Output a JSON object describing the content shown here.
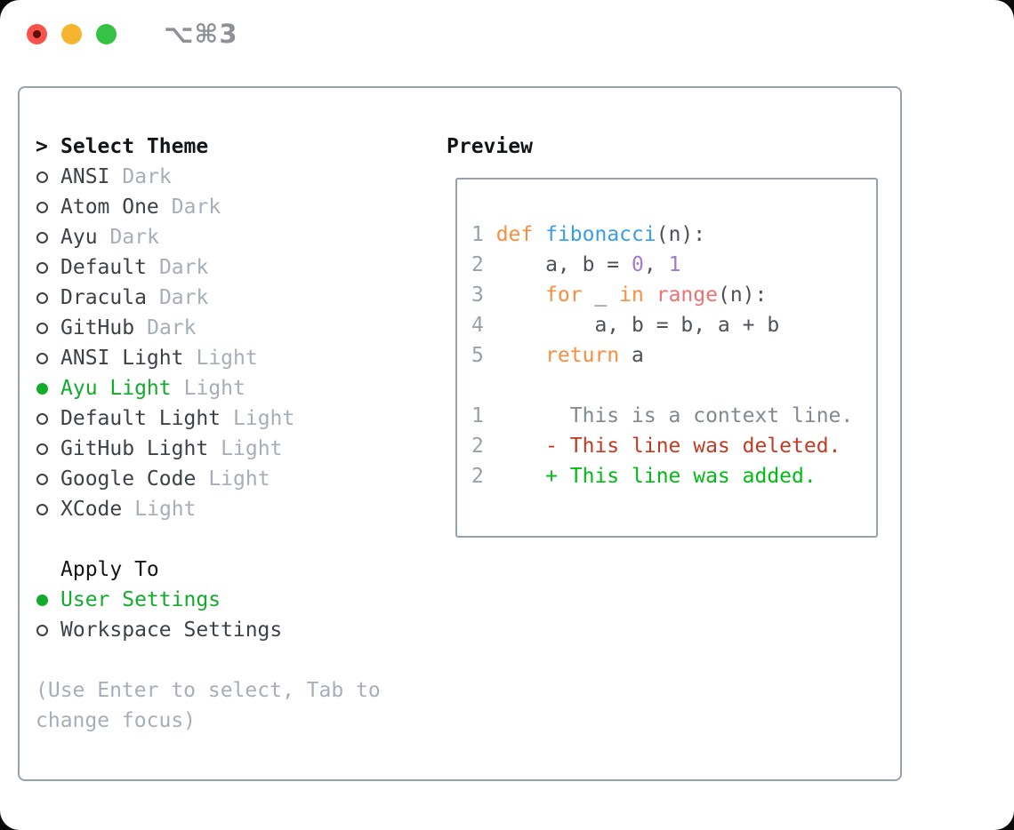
{
  "titlebar": {
    "shortcut": "⌥⌘3"
  },
  "theme_selector": {
    "pointer": ">",
    "title": "Select Theme",
    "items": [
      {
        "name": "ANSI",
        "variant": "Dark",
        "selected": false
      },
      {
        "name": "Atom One",
        "variant": "Dark",
        "selected": false
      },
      {
        "name": "Ayu",
        "variant": "Dark",
        "selected": false
      },
      {
        "name": "Default",
        "variant": "Dark",
        "selected": false
      },
      {
        "name": "Dracula",
        "variant": "Dark",
        "selected": false
      },
      {
        "name": "GitHub",
        "variant": "Dark",
        "selected": false
      },
      {
        "name": "ANSI Light",
        "variant": "Light",
        "selected": false
      },
      {
        "name": "Ayu Light",
        "variant": "Light",
        "selected": true
      },
      {
        "name": "Default Light",
        "variant": "Light",
        "selected": false
      },
      {
        "name": "GitHub Light",
        "variant": "Light",
        "selected": false
      },
      {
        "name": "Google Code",
        "variant": "Light",
        "selected": false
      },
      {
        "name": "XCode",
        "variant": "Light",
        "selected": false
      }
    ]
  },
  "apply_to": {
    "title": "Apply To",
    "options": [
      {
        "label": "User Settings",
        "selected": true
      },
      {
        "label": "Workspace Settings",
        "selected": false
      }
    ]
  },
  "hint_lines": [
    "(Use Enter to select, Tab to",
    "change focus)"
  ],
  "preview": {
    "title": "Preview",
    "code_lines": [
      {
        "num": "1",
        "tokens": [
          {
            "t": "def",
            "c": "keyword"
          },
          {
            "t": " ",
            "c": "plain"
          },
          {
            "t": "fibonacci",
            "c": "function"
          },
          {
            "t": "(n):",
            "c": "plain"
          }
        ]
      },
      {
        "num": "2",
        "tokens": [
          {
            "t": "    a, b = ",
            "c": "plain"
          },
          {
            "t": "0",
            "c": "number"
          },
          {
            "t": ", ",
            "c": "plain"
          },
          {
            "t": "1",
            "c": "number"
          }
        ]
      },
      {
        "num": "3",
        "tokens": [
          {
            "t": "    ",
            "c": "plain"
          },
          {
            "t": "for",
            "c": "keyword"
          },
          {
            "t": " _ ",
            "c": "plain"
          },
          {
            "t": "in",
            "c": "keyword"
          },
          {
            "t": " ",
            "c": "plain"
          },
          {
            "t": "range",
            "c": "call"
          },
          {
            "t": "(n):",
            "c": "plain"
          }
        ]
      },
      {
        "num": "4",
        "tokens": [
          {
            "t": "        a, b = b, a + b",
            "c": "plain"
          }
        ]
      },
      {
        "num": "5",
        "tokens": [
          {
            "t": "    ",
            "c": "plain"
          },
          {
            "t": "return",
            "c": "keyword"
          },
          {
            "t": " a",
            "c": "plain"
          }
        ]
      }
    ],
    "diff_lines": [
      {
        "num": "1",
        "marker": "",
        "text": "This is a context line.",
        "type": "context"
      },
      {
        "num": "2",
        "marker": "-",
        "text": "This line was deleted.",
        "type": "deleted"
      },
      {
        "num": "2",
        "marker": "+",
        "text": "This line was added.",
        "type": "added"
      }
    ]
  },
  "colors": {
    "accent_green": "#12ab2c",
    "title_text": "#121518",
    "item_text": "#3c4248",
    "muted": "#a7aeb8",
    "panel_border": "#99a1ac",
    "shortcut": "#8e9196",
    "traffic_red": "#f8534b",
    "traffic_red_dot": "#5e0f08",
    "traffic_yellow": "#f5b52f",
    "traffic_green": "#35c245",
    "code": {
      "lineno": "#98a1aa",
      "plain": "#4c5258",
      "keyword": "#fa8d3e",
      "function": "#399ee6",
      "number": "#a37acc",
      "call": "#f07171",
      "context": "#82898f",
      "deleted": "#c33b24",
      "added": "#00bd13"
    }
  }
}
